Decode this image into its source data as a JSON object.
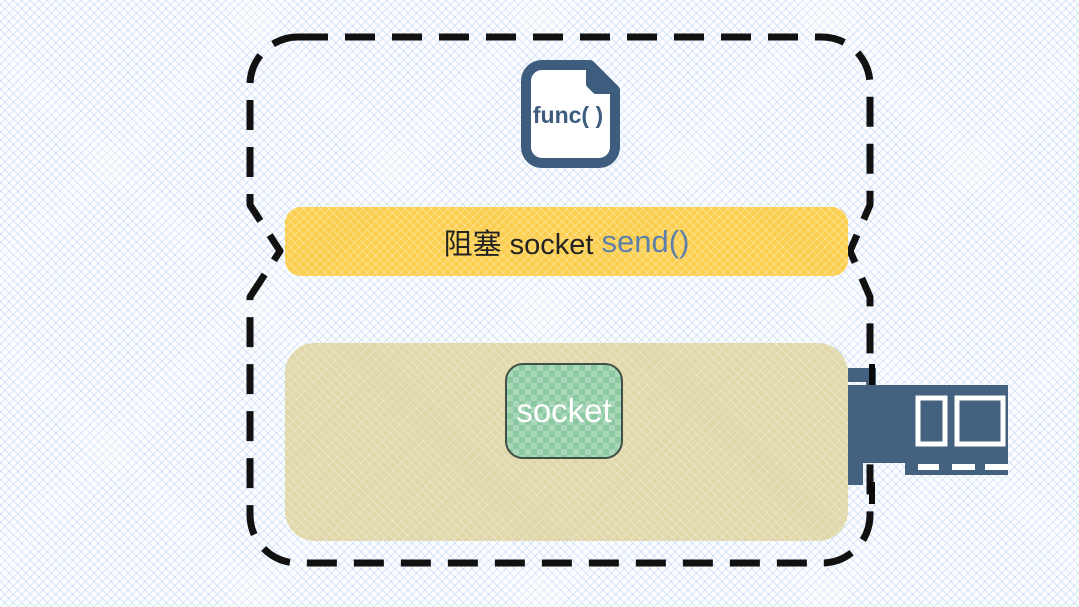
{
  "diagram": {
    "kind": "blocking-socket-send-diagram",
    "process_boundary": {
      "style": "black dashed rounded rectangle with inward pinch at banner level",
      "dash_color": "#111111"
    },
    "file_icon": {
      "semantic": "source-file-with-folded-corner",
      "label": "func( )",
      "color": "#3e5c7e"
    },
    "banner": {
      "text": "阻塞 socket send()",
      "text_prefix": "阻塞 socket ",
      "text_accent": "send()",
      "bg_color": "#fbce4e",
      "prefix_color": "#232323",
      "accent_color": "#5e80a8"
    },
    "buffer": {
      "semantic": "kernel-send-buffer-area",
      "bg_color": "#e0d8ab",
      "socket_label": "socket",
      "socket_bg_color": "#8fcda5",
      "socket_text_color": "#ffffff"
    },
    "nic": {
      "semantic": "network-interface-card",
      "body_color": "#44617f",
      "detail_color": "#ffffff",
      "bracket_color": "#0a0a0a"
    },
    "background": {
      "base_color": "#fcfdff",
      "pattern": "light-blue cross-stitch",
      "pattern_color": "#8ab4e6"
    }
  }
}
